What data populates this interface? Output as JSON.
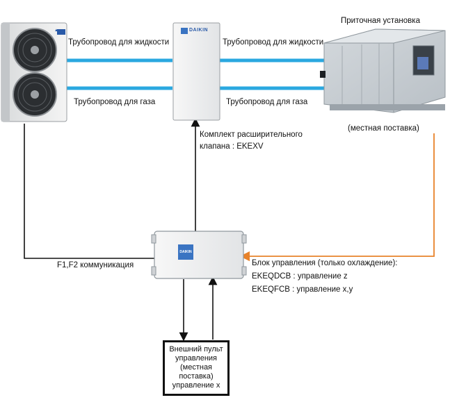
{
  "labels": {
    "pipe_liquid_left": "Трубопровод для жидкости",
    "pipe_liquid_right": "Трубопровод для жидкости",
    "pipe_gas_left": "Трубопровод для газа",
    "pipe_gas_right": "Трубопровод для газа",
    "ahu_title": "Приточная установка",
    "ahu_supply": "(местная поставка)",
    "ekexv_line1": "Комплект расширительного",
    "ekexv_line2": "клапана : EKEXV",
    "f1f2": "F1,F2 коммуникация",
    "control_line1": "Блок управления  (только охлаждение):",
    "control_line2": "EKEQDCB : управление z",
    "control_line3": "EKEQFCB : управление x,y"
  },
  "remote": {
    "line1": "Внешний пульт",
    "line2": "управления",
    "line3": "(местная",
    "line4": "поставка)",
    "line5": "управление x"
  },
  "brand": {
    "logo": "DAIKIN"
  },
  "colors": {
    "pipe": "#2aa8e0",
    "signal": "#e8822a",
    "wire": "#111111"
  }
}
